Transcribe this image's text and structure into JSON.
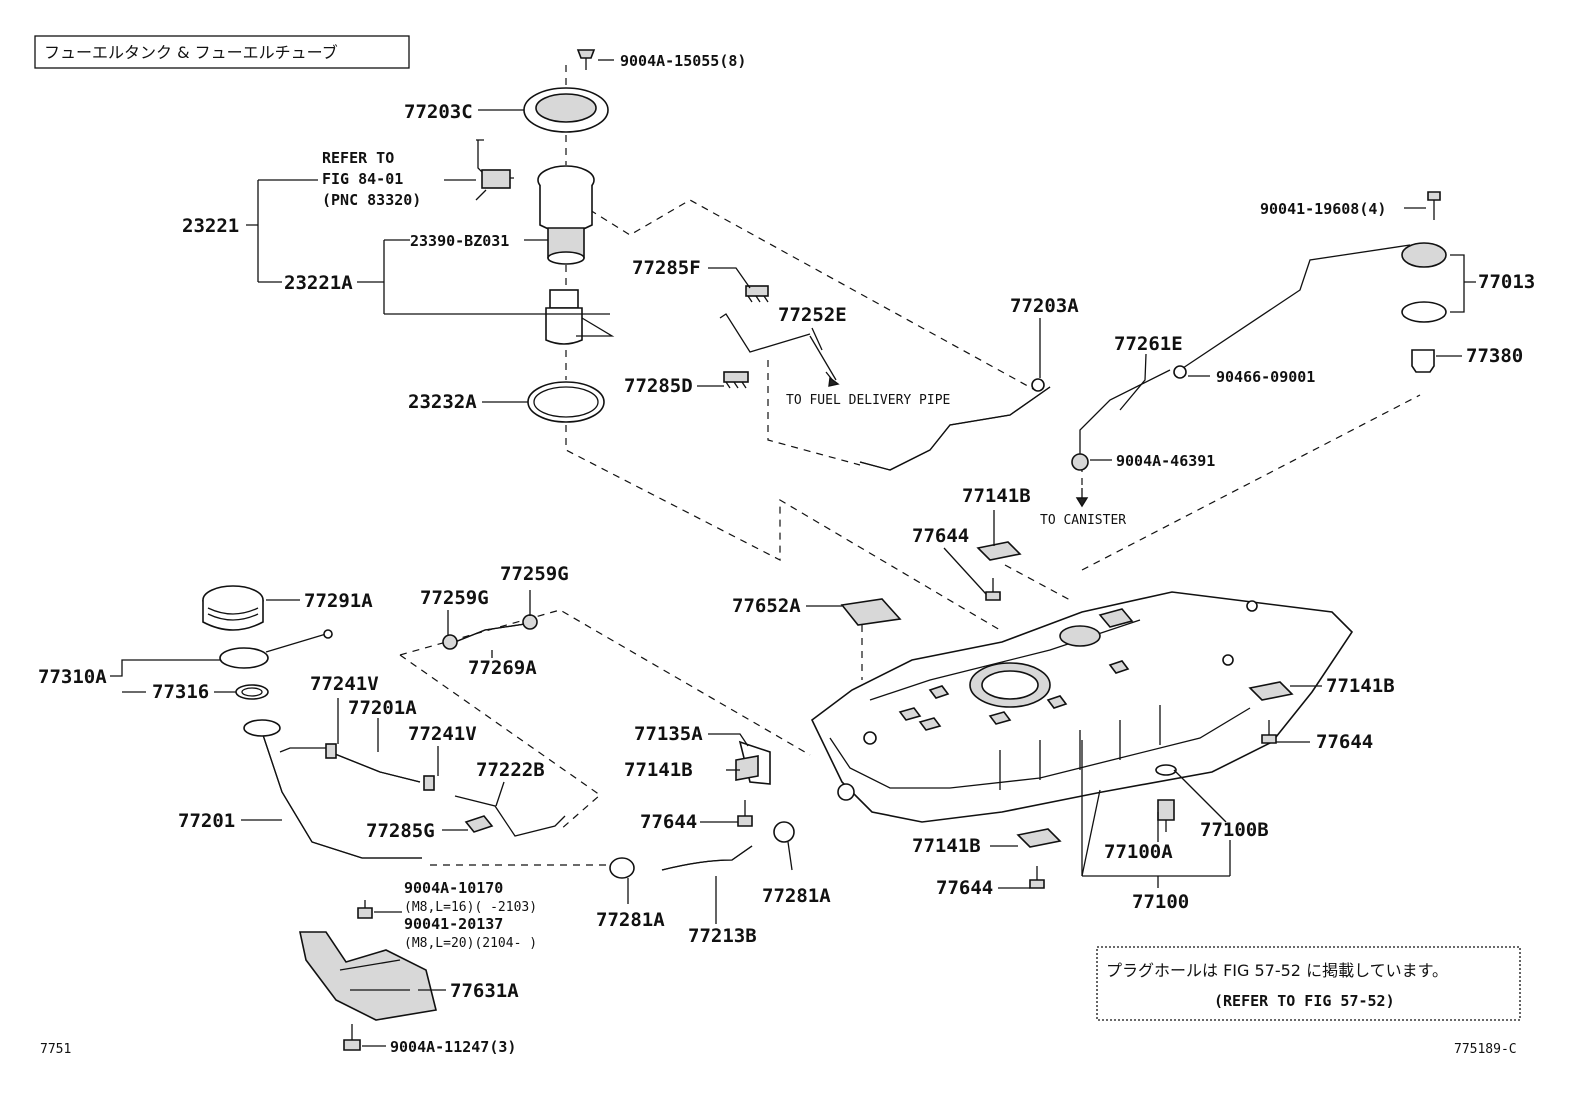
{
  "title_box": "フューエルタンク & フューエルチューブ",
  "note": {
    "jp": "プラグホールは FIG 57-52 に掲載しています。",
    "en": "(REFER TO FIG 57-52)"
  },
  "footer": {
    "left": "7751",
    "right": "775189-C"
  },
  "refer_note": [
    "REFER TO",
    "FIG 84-01",
    "(PNC 83320)"
  ],
  "annotations": {
    "to_fuel_delivery_pipe": "TO FUEL DELIVERY PIPE",
    "to_canister": "TO CANISTER"
  },
  "parts": {
    "p9004A_15055": "9004A-15055(8)",
    "p77203C": "77203C",
    "p23221": "23221",
    "p23390_BZ031": "23390-BZ031",
    "p23221A": "23221A",
    "p23232A": "23232A",
    "p77285F": "77285F",
    "p77252E": "77252E",
    "p77285D": "77285D",
    "p77203A": "77203A",
    "p90041_19608": "90041-19608(4)",
    "p77013": "77013",
    "p77261E": "77261E",
    "p90466_09001": "90466-09001",
    "p77380": "77380",
    "p9004A_46391": "9004A-46391",
    "p77141B_1": "77141B",
    "p77644_1": "77644",
    "p77291A": "77291A",
    "p77259G_1": "77259G",
    "p77259G_2": "77259G",
    "p77269A": "77269A",
    "p77652A": "77652A",
    "p77310A": "77310A",
    "p77316": "77316",
    "p77241V_1": "77241V",
    "p77201A": "77201A",
    "p77241V_2": "77241V",
    "p77222B": "77222B",
    "p77135A": "77135A",
    "p77141B_2": "77141B",
    "p77201": "77201",
    "p77285G": "77285G",
    "p77644_2": "77644",
    "p77141B_3": "77141B",
    "p77644_3": "77644",
    "p77100B": "77100B",
    "p77100A": "77100A",
    "p77141B_4": "77141B",
    "p77644_4": "77644",
    "p77100": "77100",
    "p77281A_1": "77281A",
    "p77281A_2": "77281A",
    "p77213B": "77213B",
    "p9004A_10170": "9004A-10170",
    "p9004A_10170_spec": "(M8,L=16)(      -2103)",
    "p90041_20137": "90041-20137",
    "p90041_20137_spec": "(M8,L=20)(2104-      )",
    "p77631A": "77631A",
    "p9004A_11247": "9004A-11247(3)"
  }
}
